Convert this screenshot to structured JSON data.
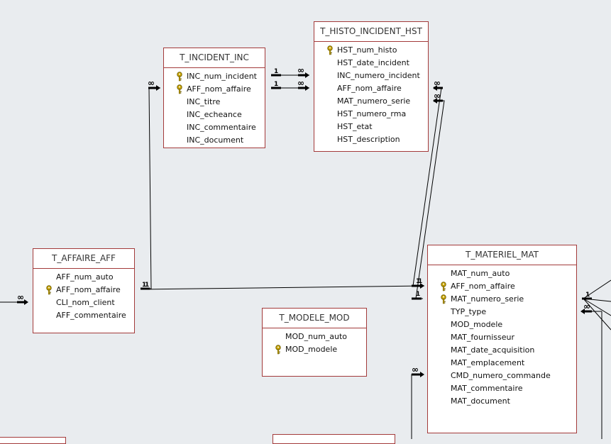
{
  "tables": {
    "incident": {
      "name": "T_INCIDENT_INC",
      "fields": [
        {
          "label": "INC_num_incident",
          "key": true
        },
        {
          "label": "AFF_nom_affaire",
          "key": true
        },
        {
          "label": "INC_titre",
          "key": false
        },
        {
          "label": "INC_echeance",
          "key": false
        },
        {
          "label": "INC_commentaire",
          "key": false
        },
        {
          "label": "INC_document",
          "key": false
        }
      ]
    },
    "histo": {
      "name": "T_HISTO_INCIDENT_HST",
      "fields": [
        {
          "label": "HST_num_histo",
          "key": true
        },
        {
          "label": "HST_date_incident",
          "key": false
        },
        {
          "label": "INC_numero_incident",
          "key": false
        },
        {
          "label": "AFF_nom_affaire",
          "key": false
        },
        {
          "label": "MAT_numero_serie",
          "key": false
        },
        {
          "label": "HST_numero_rma",
          "key": false
        },
        {
          "label": "HST_etat",
          "key": false
        },
        {
          "label": "HST_description",
          "key": false
        }
      ]
    },
    "affaire": {
      "name": "T_AFFAIRE_AFF",
      "fields": [
        {
          "label": "AFF_num_auto",
          "key": false
        },
        {
          "label": "AFF_nom_affaire",
          "key": true
        },
        {
          "label": "CLI_nom_client",
          "key": false
        },
        {
          "label": "AFF_commentaire",
          "key": false
        }
      ]
    },
    "modele": {
      "name": "T_MODELE_MOD",
      "fields": [
        {
          "label": "MOD_num_auto",
          "key": false
        },
        {
          "label": "MOD_modele",
          "key": true
        }
      ]
    },
    "materiel": {
      "name": "T_MATERIEL_MAT",
      "fields": [
        {
          "label": "MAT_num_auto",
          "key": false
        },
        {
          "label": "AFF_nom_affaire",
          "key": true
        },
        {
          "label": "MAT_numero_serie",
          "key": true
        },
        {
          "label": "TYP_type",
          "key": false
        },
        {
          "label": "MOD_modele",
          "key": false
        },
        {
          "label": "MAT_fournisseur",
          "key": false
        },
        {
          "label": "MAT_date_acquisition",
          "key": false
        },
        {
          "label": "MAT_emplacement",
          "key": false
        },
        {
          "label": "CMD_numero_commande",
          "key": false
        },
        {
          "label": "MAT_commentaire",
          "key": false
        },
        {
          "label": "MAT_document",
          "key": false
        }
      ]
    }
  },
  "cardinality": {
    "one": "1",
    "many": "∞"
  },
  "colors": {
    "background": "#e9ecef",
    "table_border": "#a33a3a",
    "key": "#c8a400"
  }
}
